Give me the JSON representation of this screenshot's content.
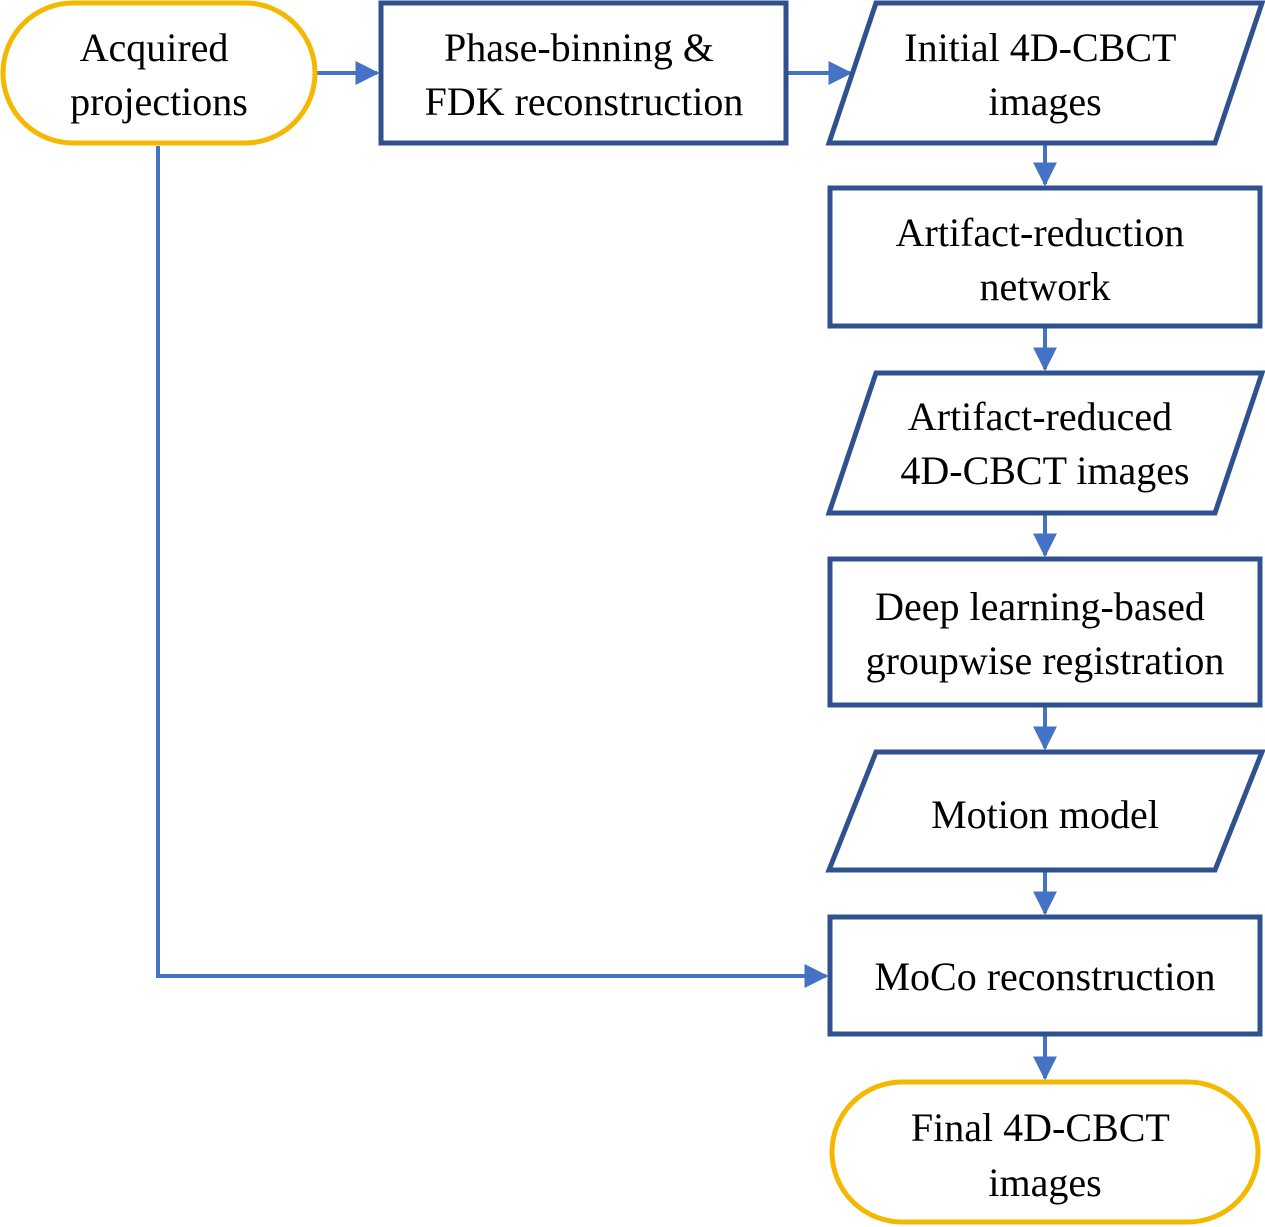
{
  "nodes": {
    "acquired_projections": {
      "line1": "Acquired",
      "line2": "projections"
    },
    "phase_binning": {
      "line1": "Phase-binning &",
      "line2": "FDK reconstruction"
    },
    "initial_images": {
      "line1": "Initial 4D-CBCT",
      "line2": "images"
    },
    "artifact_network": {
      "line1": "Artifact-reduction",
      "line2": "network"
    },
    "artifact_reduced": {
      "line1": "Artifact-reduced",
      "line2": "4D-CBCT images"
    },
    "registration": {
      "line1": "Deep learning-based",
      "line2": "groupwise registration"
    },
    "motion_model": {
      "line1": "Motion model"
    },
    "moco_recon": {
      "line1": "MoCo reconstruction"
    },
    "final_images": {
      "line1": "Final 4D-CBCT",
      "line2": "images"
    }
  },
  "colors": {
    "terminal_border": "#F5B800",
    "process_border": "#2F528F",
    "arrow": "#4472C4",
    "text": "#000000"
  }
}
